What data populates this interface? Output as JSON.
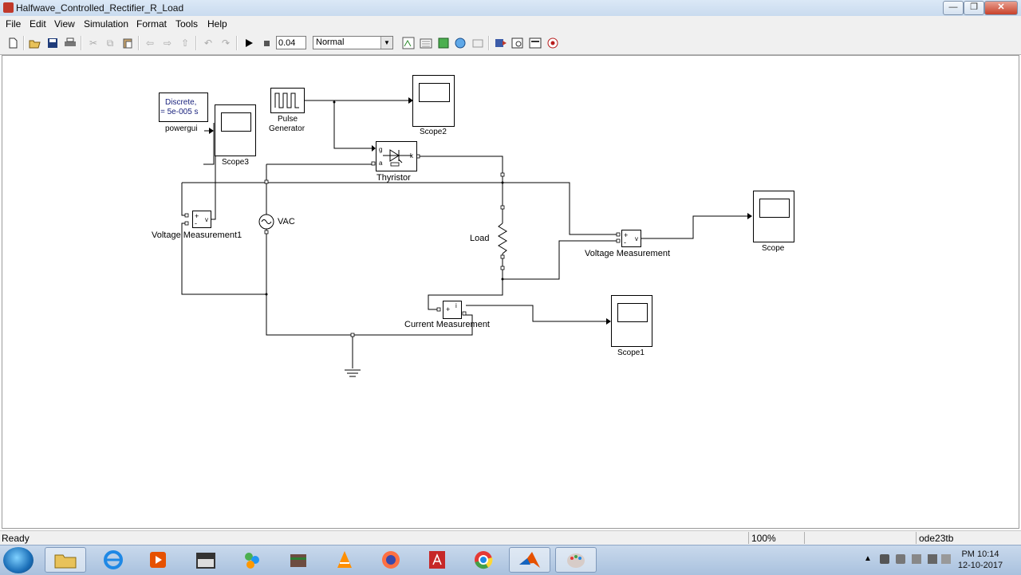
{
  "window": {
    "title": "Halfwave_Controlled_Rectifier_R_Load"
  },
  "menu": [
    "File",
    "Edit",
    "View",
    "Simulation",
    "Format",
    "Tools",
    "Help"
  ],
  "toolbar": {
    "stop_time": "0.04",
    "sim_mode": "Normal"
  },
  "blocks": {
    "powergui": {
      "line1": "Discrete,",
      "line2": "= 5e-005 s",
      "label": "powergui"
    },
    "pulse": {
      "label1": "Pulse",
      "label2": "Generator"
    },
    "scope3": "Scope3",
    "scope2": "Scope2",
    "scope": "Scope",
    "scope1": "Scope1",
    "thyristor": {
      "label": "Thyristor",
      "g": "g",
      "a": "a",
      "k": "k"
    },
    "vac": "VAC",
    "vm1": {
      "label": "Voltage Measurement1",
      "plus": "+",
      "minus": "-",
      "v": "v"
    },
    "vm": {
      "label": "Voltage Measurement",
      "plus": "+",
      "minus": "-",
      "v": "v"
    },
    "cm": {
      "label": "Current Measurement",
      "plus": "+",
      "i": "i"
    },
    "load": "Load"
  },
  "status": {
    "left": "Ready",
    "zoom": "100%",
    "solver": "ode23tb"
  },
  "taskbar": {
    "time": "PM 10:14",
    "date": "12-10-2017"
  },
  "colors": {
    "titlebar": "#c9dbef",
    "canvas": "#ffffff",
    "scope_label": "#1a237e",
    "taskbar": "#a9c1de"
  }
}
